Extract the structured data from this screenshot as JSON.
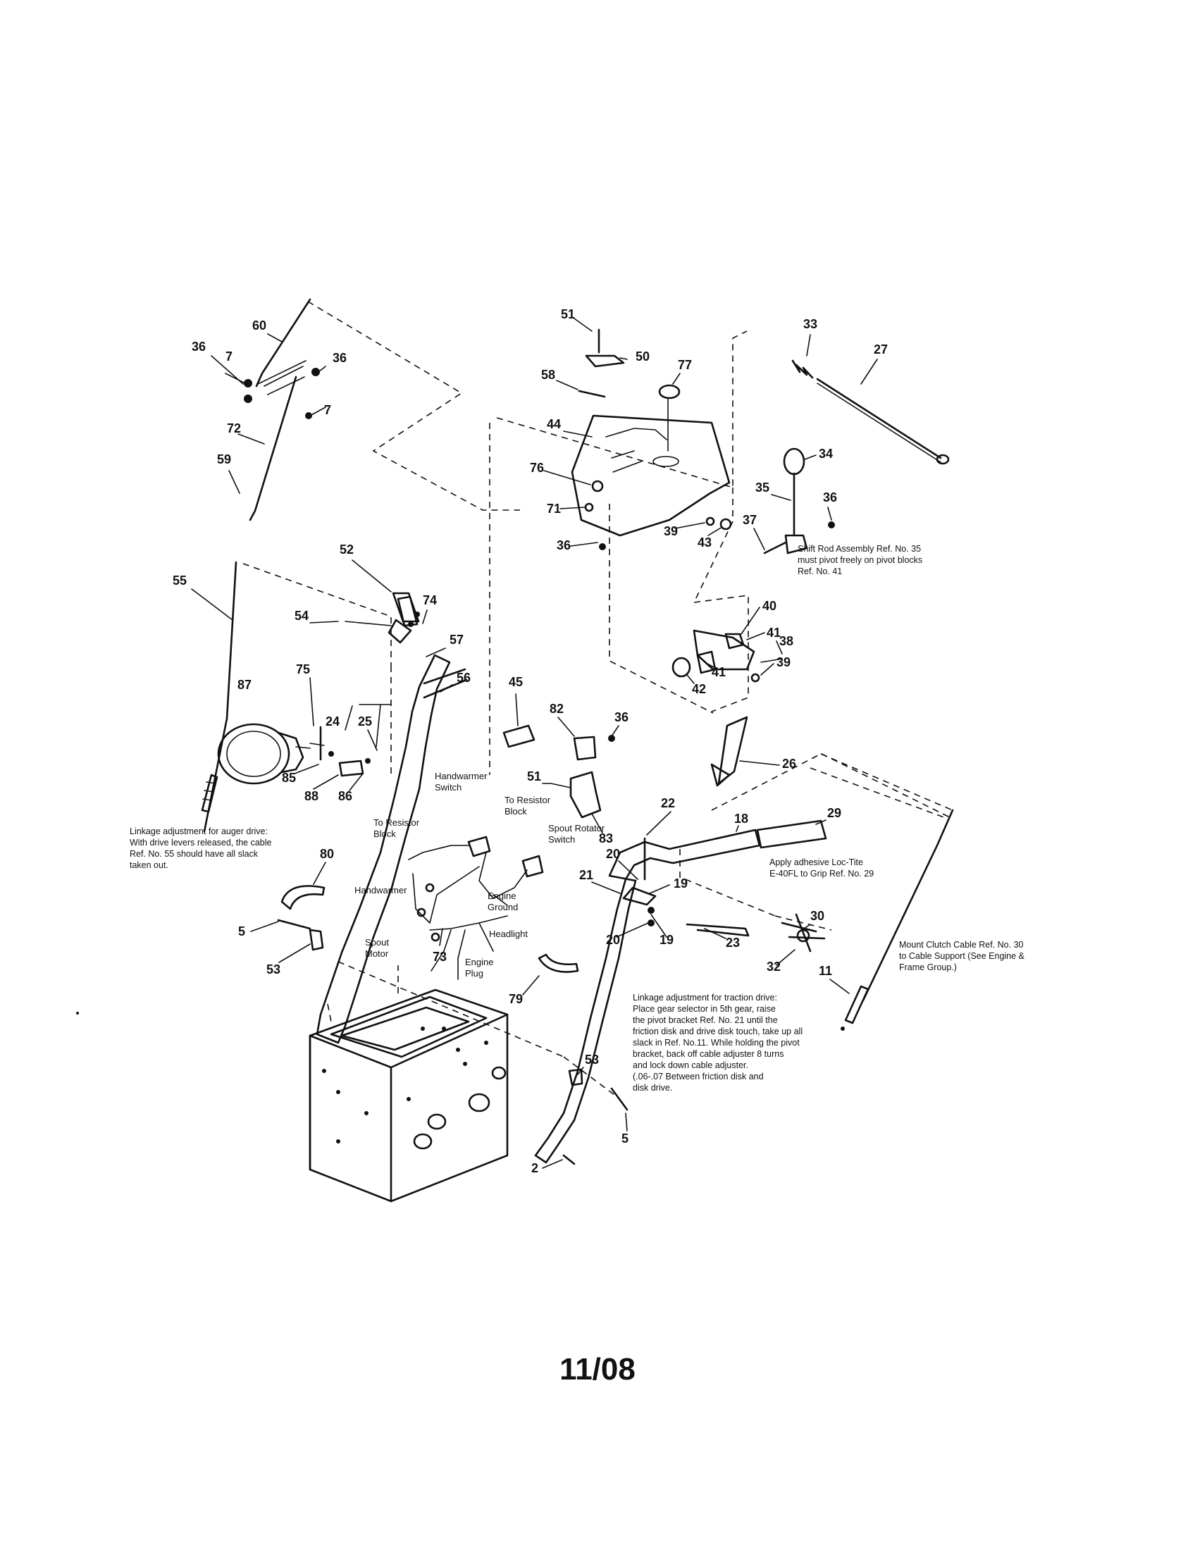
{
  "page": {
    "footer": "11/08"
  },
  "callouts": [
    "60",
    "36",
    "7",
    "36",
    "7",
    "72",
    "59",
    "51",
    "50",
    "58",
    "77",
    "44",
    "76",
    "71",
    "36",
    "39",
    "43",
    "33",
    "27",
    "34",
    "35",
    "36",
    "37",
    "52",
    "55",
    "54",
    "74",
    "57",
    "56",
    "75",
    "87",
    "24",
    "25",
    "85",
    "88",
    "86",
    "45",
    "82",
    "36",
    "51",
    "83",
    "40",
    "41",
    "38",
    "39",
    "41",
    "42",
    "26",
    "22",
    "18",
    "29",
    "20",
    "19",
    "21",
    "20",
    "19",
    "23",
    "30",
    "32",
    "11",
    "80",
    "5",
    "53",
    "73",
    "79",
    "53",
    "5",
    "2"
  ],
  "notes": {
    "shift_rod": [
      "Shift Rod Assembly Ref. No. 35",
      "must pivot freely on pivot blocks",
      "Ref. No. 41"
    ],
    "auger": [
      "Linkage adjustment for auger drive:",
      "With drive levers released, the cable",
      "Ref. No. 55 should have all slack",
      "taken out."
    ],
    "loctite": [
      "Apply adhesive Loc-Tite",
      "E-40FL to Grip Ref. No. 29"
    ],
    "clutch": [
      "Mount Clutch Cable Ref. No. 30",
      "to Cable Support (See Engine &",
      "Frame Group.)"
    ],
    "traction": [
      "Linkage adjustment for traction drive:",
      "Place gear selector in 5th gear, raise",
      "the pivot bracket Ref. No. 21 until the",
      "friction disk and drive disk touch, take up all",
      "slack in Ref. No.11. While holding the pivot",
      "bracket, back off cable adjuster 8 turns",
      "and lock down cable adjuster.",
      "(.06-.07 Between friction disk and",
      "disk drive."
    ]
  },
  "wiring_labels": {
    "handwarmer_switch": [
      "Handwarmer",
      "Switch"
    ],
    "to_resistor_block_right": [
      "To Resistor",
      "Block"
    ],
    "to_resistor_block_left": [
      "To Resistor",
      "Block"
    ],
    "spout_rotator_switch": [
      "Spout Rotator",
      "Switch"
    ],
    "handwarmer": "Handwarmer",
    "engine_ground": [
      "Engine",
      "Ground"
    ],
    "headlight": "Headlight",
    "spout_motor": [
      "Spout",
      "Motor"
    ],
    "engine_plug": [
      "Engine",
      "Plug"
    ]
  }
}
